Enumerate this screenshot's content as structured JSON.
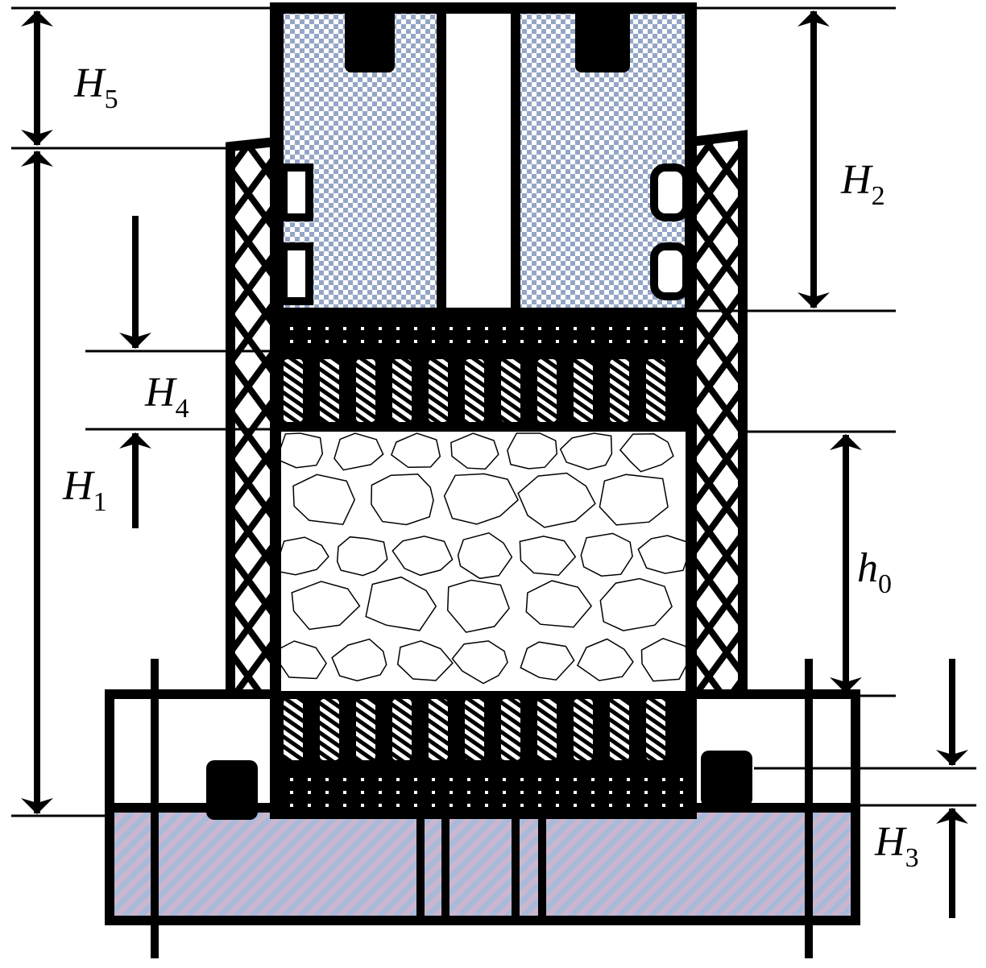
{
  "labels": {
    "H5": {
      "main": "H",
      "sub": "5"
    },
    "H1": {
      "main": "H",
      "sub": "1"
    },
    "H4": {
      "main": "H",
      "sub": "4"
    },
    "H2": {
      "main": "H",
      "sub": "2"
    },
    "h0": {
      "main": "h",
      "sub": "0"
    },
    "H3": {
      "main": "H",
      "sub": "3"
    }
  },
  "colors": {
    "line": "#000000",
    "piston_fill": "#a9b8d2",
    "base_fill_a": "#c9b4cc",
    "base_fill_b": "#a7b9d6",
    "background": "#ffffff"
  }
}
